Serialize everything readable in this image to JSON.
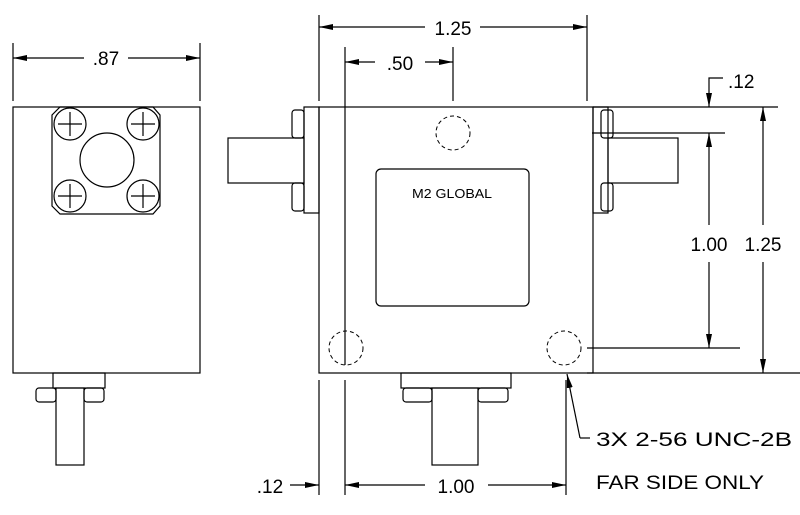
{
  "dimensions": {
    "side_width": ".87",
    "body_width": "1.25",
    "hole_offset_top": ".50",
    "right_offset": ".12",
    "hole_spacing_vertical": "1.00",
    "body_height": "1.25",
    "bottom_offset": ".12",
    "hole_spacing_horizontal": "1.00"
  },
  "label_text": "M2 GLOBAL",
  "note": {
    "line1": "3X 2-56 UNC-2B",
    "line2": "FAR SIDE ONLY"
  }
}
